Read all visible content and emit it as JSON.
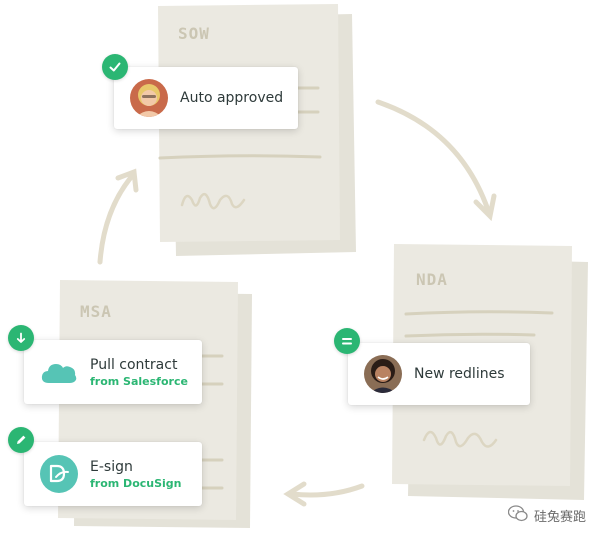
{
  "documents": {
    "sow": {
      "title": "SOW"
    },
    "nda": {
      "title": "NDA"
    },
    "msa": {
      "title": "MSA"
    }
  },
  "cards": {
    "auto_approved": {
      "label": "Auto approved",
      "badge_icon": "check-icon"
    },
    "new_redlines": {
      "label": "New redlines",
      "badge_icon": "equals-icon"
    },
    "pull_contract": {
      "label": "Pull contract",
      "source": "from Salesforce",
      "badge_icon": "arrow-down-icon",
      "logo_icon": "salesforce-cloud-icon"
    },
    "e_sign": {
      "label": "E-sign",
      "source": "from DocuSign",
      "badge_icon": "pencil-icon",
      "logo_icon": "docusign-icon"
    }
  },
  "watermark": {
    "text": "硅兔赛跑"
  },
  "colors": {
    "accent_green": "#2bb673",
    "paper": "#ebe9e1",
    "paper_line": "#d6d1bd",
    "arrow": "#e2dccb",
    "salesforce": "#56c4b5"
  }
}
